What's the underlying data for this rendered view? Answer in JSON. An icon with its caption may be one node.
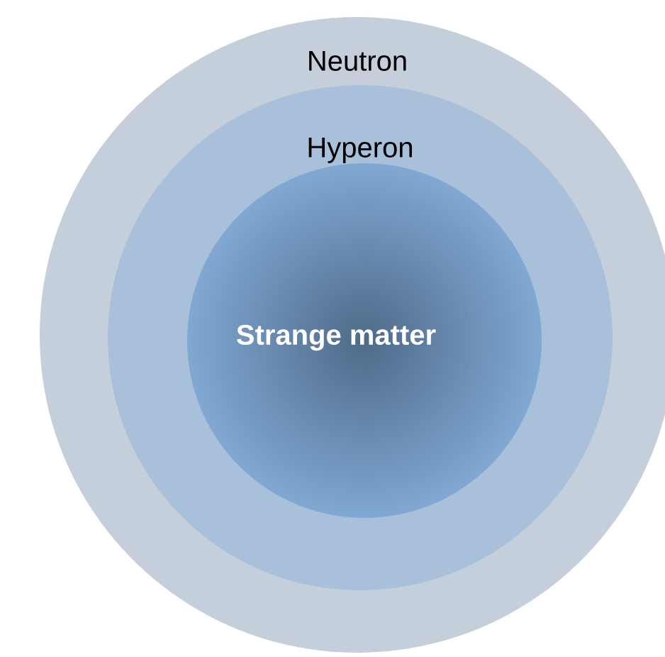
{
  "diagram": {
    "nodes": [
      {
        "text": [
          "Neutron"
        ]
      },
      {
        "text": [
          "Hyperon"
        ],
        "in": 0
      },
      {
        "text": [
          "Strange matter"
        ],
        "in": 1
      }
    ]
  }
}
